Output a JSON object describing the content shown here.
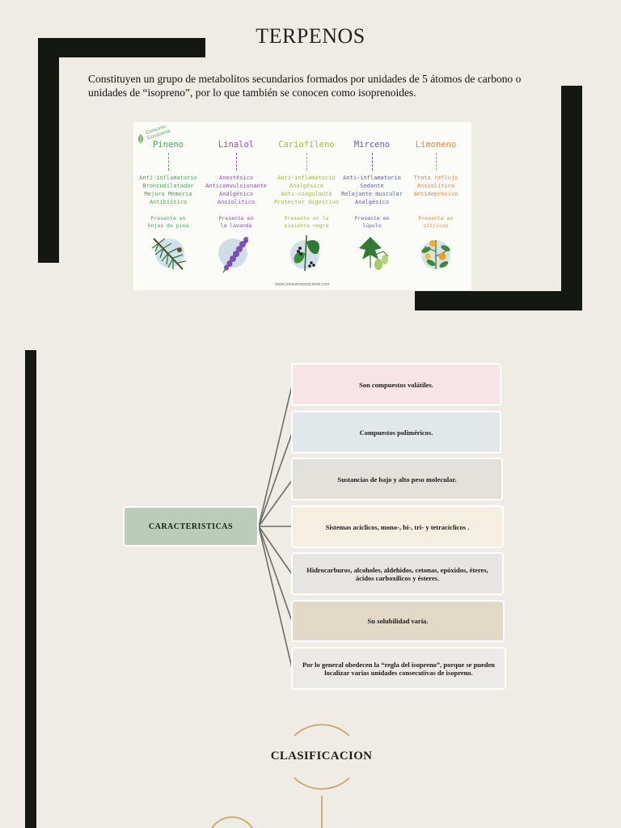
{
  "page": {
    "title": "TERPENOS",
    "intro": "Constituyen un grupo de metabolitos secundarios formados por unidades de 5 átomos de carbono o unidades de “isopreno”, por lo que también se conocen como isoprenoides.",
    "colors": {
      "background": "#efece6",
      "frame_bar": "#151712",
      "connector": "#6b6b6b",
      "gold_arc": "#c9a869"
    }
  },
  "infographic": {
    "brand": [
      "Consumo",
      "Consciente"
    ],
    "website": "www.consumoconsciente.com",
    "columns": [
      {
        "name": "Pineno",
        "color": "#4da657",
        "properties": [
          "Anti-inflamatorio",
          "Broncodilatador",
          "Mejora Memoria",
          "Antibiótico"
        ],
        "origin": [
          "Presente en",
          "hojas de pino"
        ],
        "plant_icon": "pine-branch-icon"
      },
      {
        "name": "Linalol",
        "color": "#8a4fb1",
        "properties": [
          "Anestésico",
          "Anticonvulsionante",
          "Analgésico",
          "Ansiolítico"
        ],
        "origin": [
          "Presente en",
          "la lavanda"
        ],
        "plant_icon": "lavender-icon"
      },
      {
        "name": "Cariofileno",
        "color": "#9cbd3c",
        "properties": [
          "Anti-inflamatorio",
          "Analgésico",
          "Anti-coagulante",
          "Protector digestivo"
        ],
        "origin": [
          "Presente en la",
          "pimienta negra"
        ],
        "plant_icon": "black-pepper-icon"
      },
      {
        "name": "Mirceno",
        "color": "#5a5fb3",
        "properties": [
          "Anti-inflamatorio",
          "Sedante",
          "Relajante muscular",
          "Analgésico"
        ],
        "origin": [
          "Presente en",
          "lúpulo"
        ],
        "plant_icon": "hops-icon"
      },
      {
        "name": "Limoneno",
        "color": "#e08a3c",
        "properties": [
          "Trata reflujo",
          "Ansiolítico",
          "Antidepresivo"
        ],
        "origin": [
          "Presente en",
          "cítricos"
        ],
        "plant_icon": "citrus-icon"
      }
    ]
  },
  "characteristics": {
    "label": "CARACTERISTICAS",
    "items": [
      {
        "text": "Son compuestos volátiles.",
        "color": "#f6e4e6"
      },
      {
        "text": "Compuestos poliméricos.",
        "color": "#e2e7ea"
      },
      {
        "text": "Sustancias de bajo y alto peso molecular.",
        "color": "#e3e1dc"
      },
      {
        "text": "Sistemas acíclicos, mono-, bi-, tri- y tetracíclicos .",
        "color": "#f4efe1"
      },
      {
        "text": "Hidrocarburos, alcoholes, aldehídos, cetonas, epóxidos, éteres, ácidos carboxílicos y ésteres.",
        "color": "#e7e5e2"
      },
      {
        "text": "Su solubilidad varía.",
        "color": "#e2dac6"
      },
      {
        "text": "Por lo general obedecen la “regla del isopreno”, porque se pueden localizar varias unidades consecutivas de isopreno.",
        "color": "#eceae8"
      }
    ]
  },
  "classification": {
    "label": "CLASIFICACION"
  }
}
